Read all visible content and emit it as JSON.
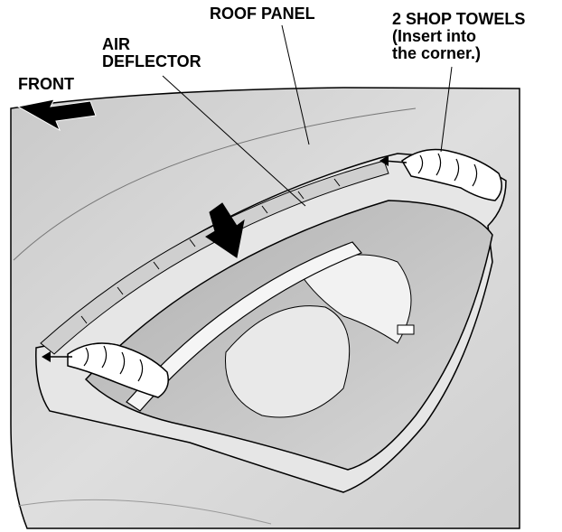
{
  "labels": {
    "roof_panel": "ROOF PANEL",
    "air_deflector": "AIR\nDEFLECTOR",
    "shop_towels": "2 SHOP TOWELS\n(Insert into\nthe corner.)",
    "front": "FRONT"
  },
  "colors": {
    "roof": "#d9d9d9",
    "opening": "#bdbdbd",
    "line": "#000000"
  },
  "icons": [
    "front-arrow-icon",
    "press-arrow-icon",
    "towel-icon"
  ]
}
